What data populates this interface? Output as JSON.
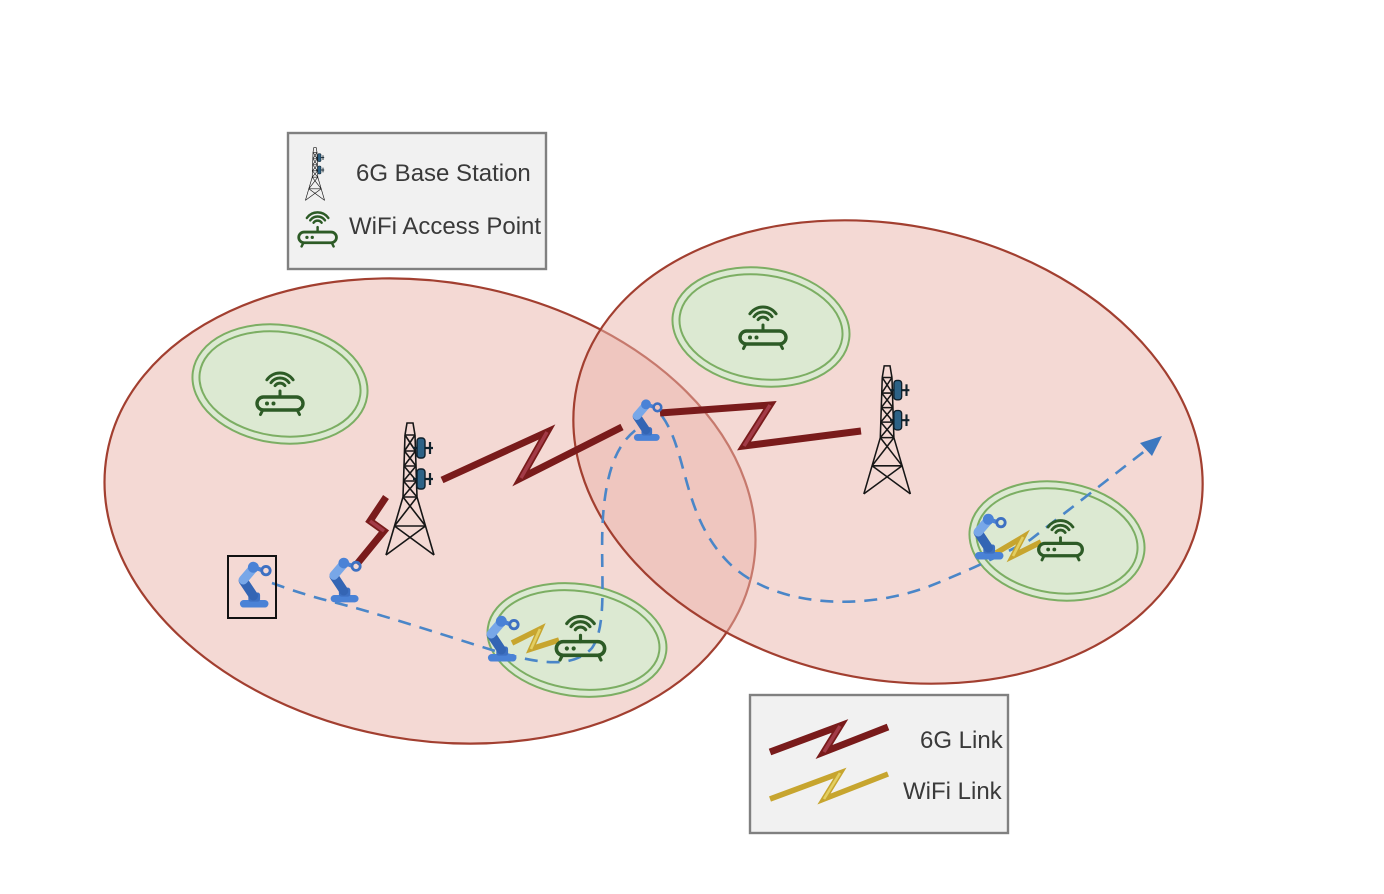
{
  "legend_devices": {
    "items": [
      {
        "icon": "base-station-icon",
        "label": "6G Base Station"
      },
      {
        "icon": "wifi-access-point-icon",
        "label": "WiFi Access Point"
      }
    ]
  },
  "legend_links": {
    "items": [
      {
        "icon": "link-6g-bolt-icon",
        "label": "6G Link"
      },
      {
        "icon": "link-wifi-bolt-icon",
        "label": "WiFi Link"
      }
    ]
  },
  "colors": {
    "cell_fill": "#eab4aa",
    "cell_border": "#a23f30",
    "wifi_zone_fill": "#dce9d2",
    "wifi_zone_border": "#7cae63",
    "link_6g": "#791b1b",
    "link_wifi": "#c7a52f",
    "trajectory_blue": "#4a86c8",
    "robot_blue": "#4a82d6",
    "access_point_green": "#2d5b26",
    "legend_background": "#f1f1f1",
    "legend_border": "#808080",
    "text": "#3a3a3a"
  },
  "scene": {
    "base_stations": 2,
    "wifi_access_points": 4,
    "robot_arms": 5,
    "links_6g": 3,
    "links_wifi": 2,
    "has_dashed_trajectory_arrow": true
  }
}
